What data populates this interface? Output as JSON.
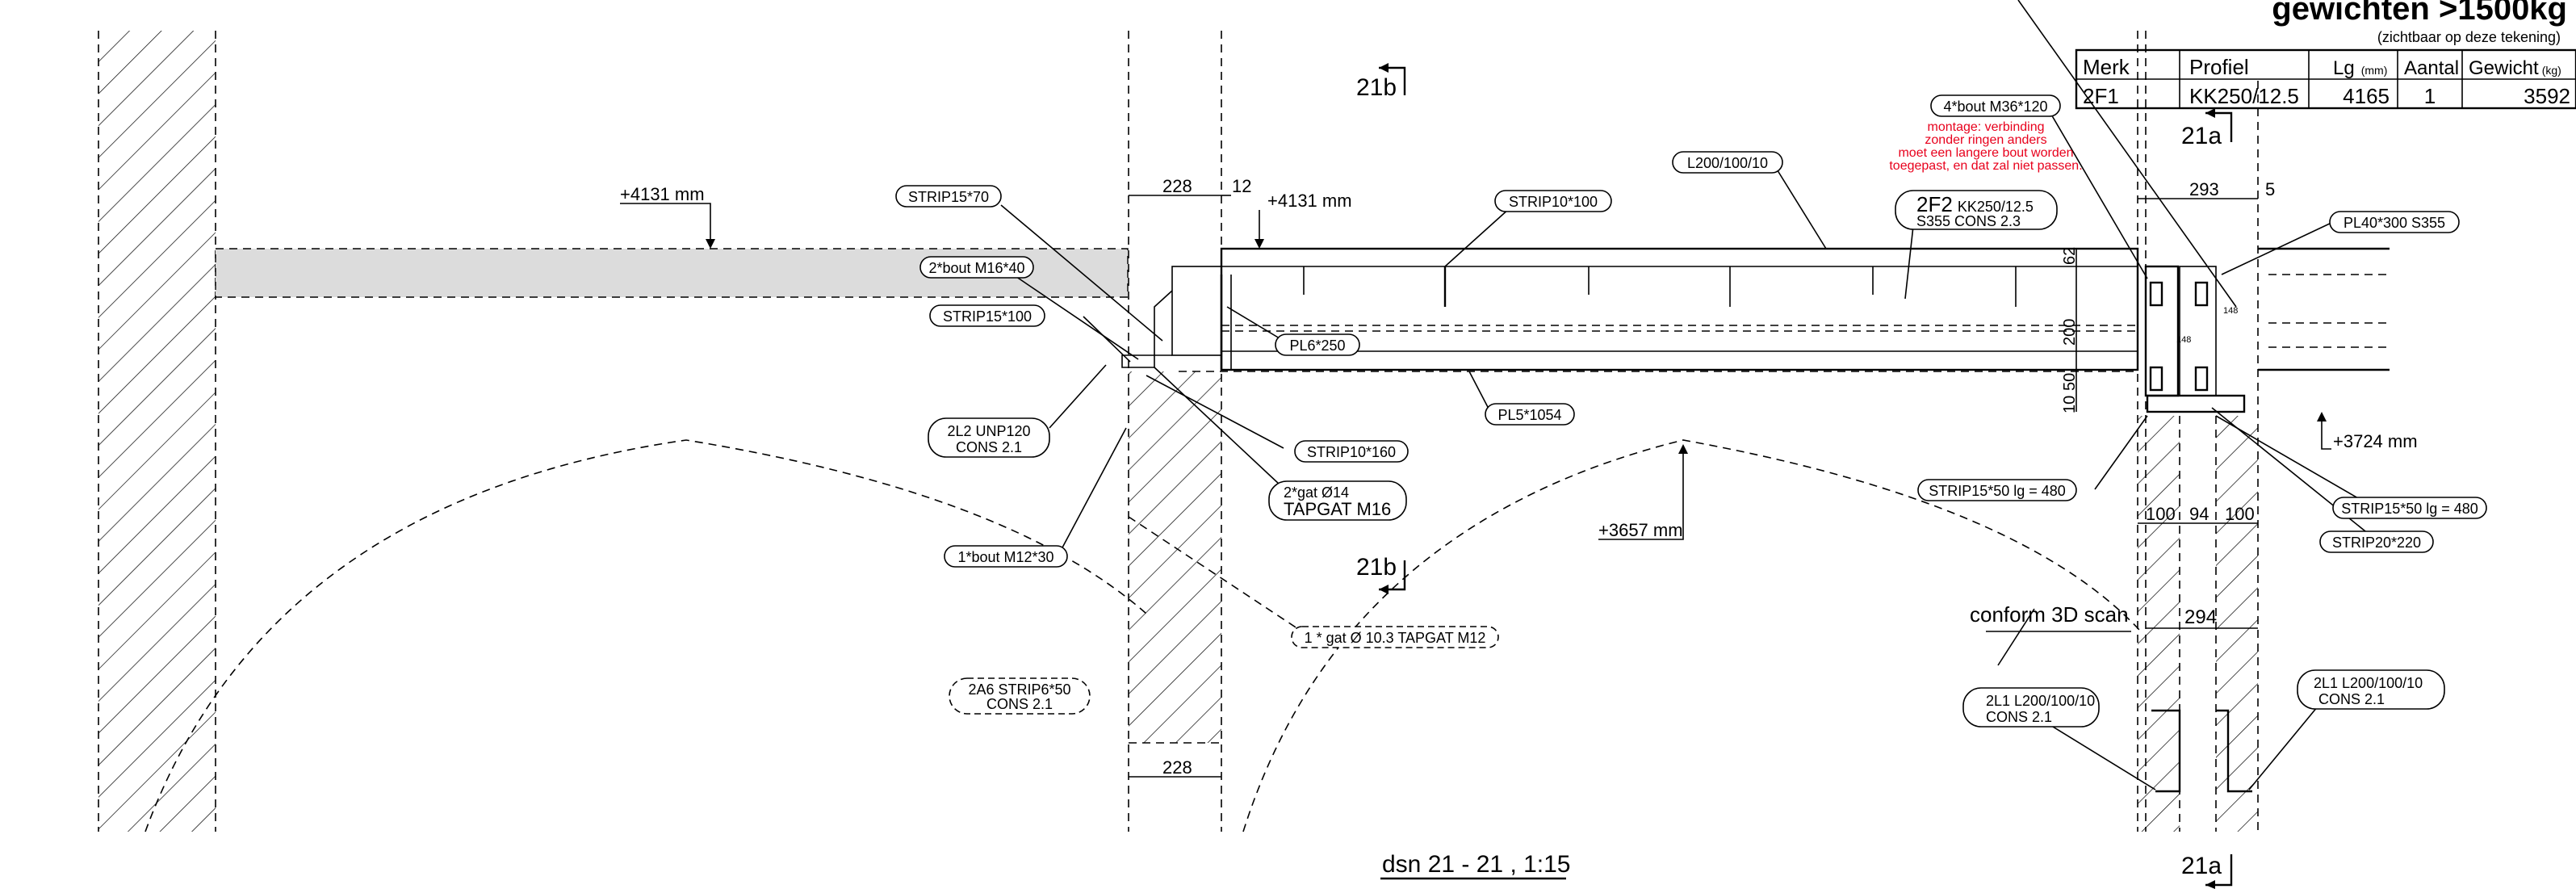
{
  "title": "gewichten >1500kg",
  "title_note": "(zichtbaar op deze tekening)",
  "table": {
    "headers": {
      "merk": "Merk",
      "profiel": "Profiel",
      "lg": "Lg",
      "lg_unit": "(mm)",
      "aantal": "Aantal",
      "gewicht": "Gewicht",
      "gewicht_unit": "(kg)"
    },
    "row": {
      "merk": "2F1",
      "profiel": "KK250/12.5",
      "lg": "4165",
      "aantal": "1",
      "gewicht": "3592"
    }
  },
  "section_markers": {
    "s21b": "21b",
    "s21a": "21a"
  },
  "caption": "dsn 21 - 21 , 1:15",
  "elevations": {
    "top_left": "+4131 mm",
    "top_mid": "+4131 mm",
    "right": "+3724 mm",
    "arch": "+3657 mm"
  },
  "dimensions": {
    "d228": "228",
    "d12": "12",
    "d293": "293",
    "d5": "5",
    "d62": "62",
    "d200": "200",
    "d50": "50",
    "d10": "10",
    "d100a": "100",
    "d94": "94",
    "d100b": "100",
    "d294": "294",
    "d148a": "148",
    "d148b": "148"
  },
  "labels": {
    "strip15x70": "STRIP15*70",
    "bout_m16": "2*bout M16*40",
    "strip15x100": "STRIP15*100",
    "l2_unp_line1": "2L2 UNP120",
    "l2_unp_line2": "CONS 2.1",
    "bout_m12": "1*bout M12*30",
    "a6_line1": "2A6 STRIP6*50",
    "a6_line2": "CONS 2.1",
    "strip10x100": "STRIP10*100",
    "pl6x250": "PL6*250",
    "pl5x1054": "PL5*1054",
    "strip10x160": "STRIP10*160",
    "gat_line1": "2*gat Ø14",
    "gat_line2": "TAPGAT M16",
    "gat_m12": "1 * gat Ø 10.3 TAPGAT M12",
    "l200": "L200/100/10",
    "f2_mark": "2F2",
    "f2_line1": "KK250/12.5",
    "f2_line2": "S355  CONS 2.3",
    "bout_m36": "4*bout M36*120",
    "pl40": "PL40*300 S355",
    "strip15x50_left": "STRIP15*50 lg = 480",
    "strip15x50_right": "STRIP15*50 lg = 480",
    "strip20": "STRIP20*220",
    "scan": "conform 3D scan",
    "l1_left_line1": "2L1 L200/100/10",
    "l1_left_line2": "CONS 2.1",
    "l1_right_line1": "2L1 L200/100/10",
    "l1_right_line2": "CONS 2.1"
  },
  "note_lines": [
    "montage: verbinding",
    "zonder ringen anders",
    "moet een langere bout worden",
    "toegepast, en dat zal niet passen."
  ],
  "note_color": "#e8001c"
}
